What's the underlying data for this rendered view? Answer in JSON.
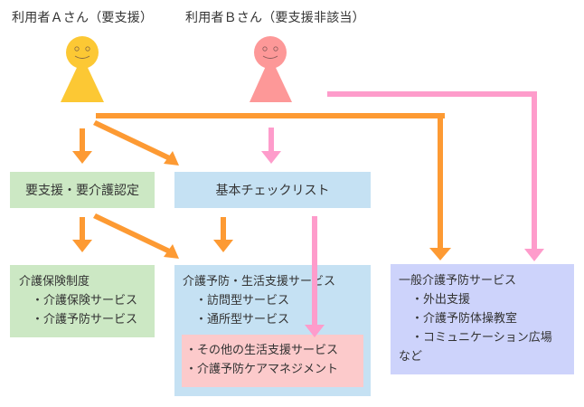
{
  "users": [
    {
      "label": "利用者Ａさん（要支援）",
      "color": "#fcc834",
      "icon": "person-icon"
    },
    {
      "label": "利用者Ｂさん（要支援非該当）",
      "color": "#fd9898",
      "icon": "person-icon"
    }
  ],
  "colors": {
    "user_a_arrow": "#fd9a33",
    "user_b_arrow": "#fe9ccb",
    "green_box": "#cce8c4",
    "blue_box": "#c5e1f3",
    "lavender_box": "#cdd3fb",
    "pink_box": "#fccacb"
  },
  "boxes": {
    "certification": {
      "title": "要支援・要介護認定"
    },
    "checklist": {
      "title": "基本チェックリスト"
    },
    "insurance": {
      "title": "介護保険制度",
      "items": [
        "介護保険サービス",
        "介護予防サービス"
      ]
    },
    "prevention_support": {
      "title": "介護予防・生活支援サービス",
      "items": [
        "訪問型サービス",
        "通所型サービス"
      ],
      "highlighted_items": [
        "その他の生活支援サービス",
        "介護予防ケアマネジメント"
      ]
    },
    "general_prevention": {
      "title": "一般介護予防サービス",
      "items": [
        "外出支援",
        "介護予防体操教室",
        "コミュニケーション広場"
      ],
      "footer": "など"
    }
  }
}
